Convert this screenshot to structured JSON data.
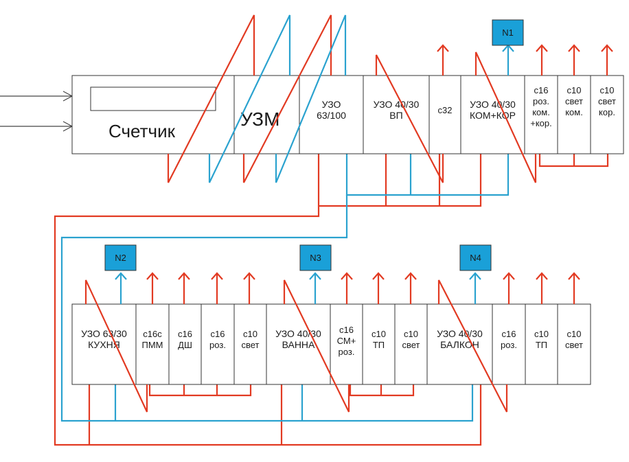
{
  "colors": {
    "phase": "#e23a22",
    "neutral": "#2aa2cf",
    "box_stroke": "#333333",
    "n_badge": "#1aa0d8",
    "input": "#444444"
  },
  "meter": {
    "label": "Счетчик"
  },
  "uzm": {
    "label": "УЗМ"
  },
  "top_row": [
    {
      "id": "uzo-63-100",
      "lines": [
        "УЗО",
        "63/100"
      ]
    },
    {
      "id": "uzo-40-30-vp",
      "lines": [
        "УЗО 40/30",
        "ВП"
      ]
    },
    {
      "id": "c32",
      "lines": [
        "с32"
      ]
    },
    {
      "id": "uzo-40-30-kom-kor",
      "lines": [
        "УЗО 40/30",
        "КОМ+КОР"
      ]
    },
    {
      "id": "c16-roz-kom-kor",
      "lines": [
        "с16",
        "роз.",
        "ком.",
        "+кор."
      ]
    },
    {
      "id": "c10-svet-kom",
      "lines": [
        "с10",
        "свет",
        "ком."
      ]
    },
    {
      "id": "c10-svet-kor",
      "lines": [
        "с10",
        "свет",
        "кор."
      ]
    }
  ],
  "bottom_row": [
    {
      "id": "uzo-63-30-kuhnya",
      "lines": [
        "УЗО 63/30",
        "КУХНЯ"
      ]
    },
    {
      "id": "c16c-pmm",
      "lines": [
        "с16с",
        "ПММ"
      ]
    },
    {
      "id": "c16-dsh",
      "lines": [
        "с16",
        "ДШ"
      ]
    },
    {
      "id": "c16-roz",
      "lines": [
        "с16",
        "роз."
      ]
    },
    {
      "id": "c10-svet-1",
      "lines": [
        "с10",
        "свет"
      ]
    },
    {
      "id": "uzo-40-30-vanna",
      "lines": [
        "УЗО 40/30",
        "ВАННА"
      ]
    },
    {
      "id": "c16-sm-roz",
      "lines": [
        "с16",
        "СМ+",
        "роз."
      ]
    },
    {
      "id": "c10-tp-1",
      "lines": [
        "с10",
        "ТП"
      ]
    },
    {
      "id": "c10-svet-2",
      "lines": [
        "с10",
        "свет"
      ]
    },
    {
      "id": "uzo-40-30-balkon",
      "lines": [
        "УЗО 40/30",
        "БАЛКОН"
      ]
    },
    {
      "id": "c16-roz-2",
      "lines": [
        "с16",
        "роз."
      ]
    },
    {
      "id": "c10-tp-2",
      "lines": [
        "с10",
        "ТП"
      ]
    },
    {
      "id": "c10-svet-3",
      "lines": [
        "с10",
        "свет"
      ]
    }
  ],
  "neutral_bars": [
    {
      "id": "n1",
      "label": "N1"
    },
    {
      "id": "n2",
      "label": "N2"
    },
    {
      "id": "n3",
      "label": "N3"
    },
    {
      "id": "n4",
      "label": "N4"
    }
  ]
}
